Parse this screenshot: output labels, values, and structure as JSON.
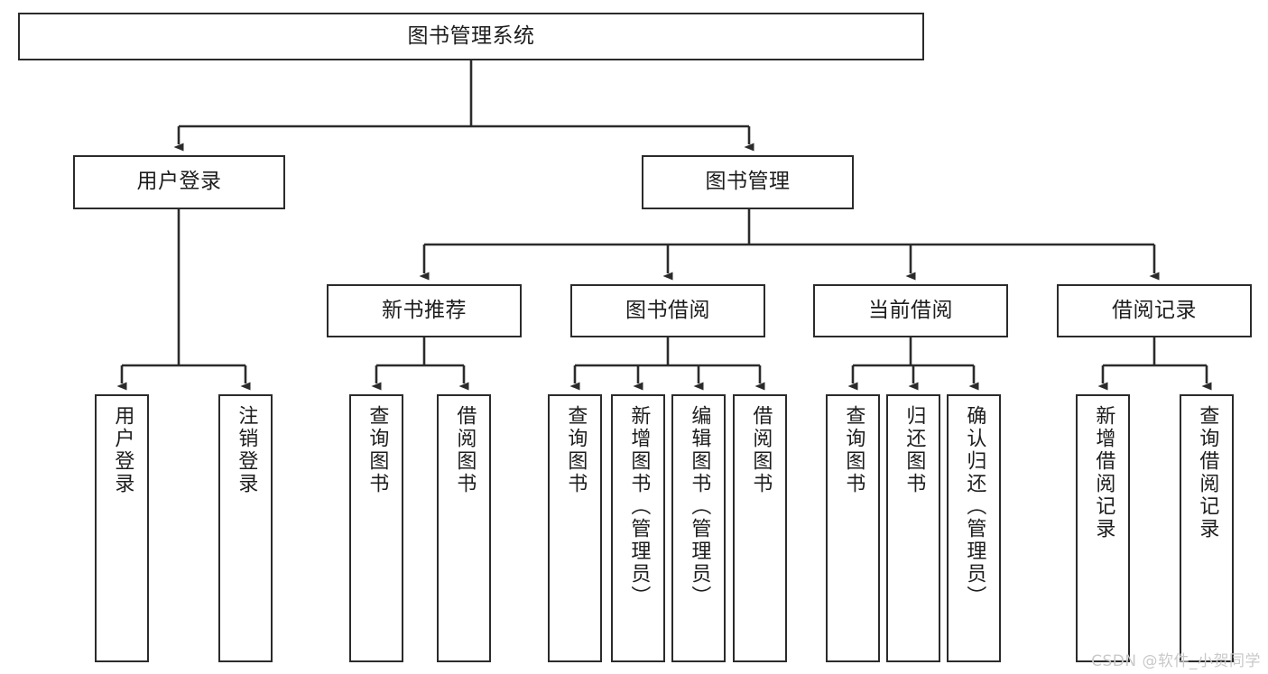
{
  "diagram": {
    "title": "图书管理系统",
    "type": "tree",
    "watermark": "CSDN @软件_小贺同学",
    "colors": {
      "node_border": "#2b2b2b",
      "node_fill": "#ffffff",
      "edge": "#2b2b2b",
      "text": "#1d1d1d",
      "watermark": "#c9c9c9",
      "background": "#ffffff"
    },
    "nodes": {
      "root": {
        "label": "图书管理系统"
      },
      "level2": [
        {
          "id": "user_login",
          "label": "用户登录"
        },
        {
          "id": "book_manage",
          "label": "图书管理"
        }
      ],
      "level3": [
        {
          "id": "new_book_rec",
          "label": "新书推荐"
        },
        {
          "id": "book_borrow",
          "label": "图书借阅"
        },
        {
          "id": "current_borrow",
          "label": "当前借阅"
        },
        {
          "id": "borrow_record",
          "label": "借阅记录"
        }
      ],
      "leaves": {
        "user_login": [
          {
            "id": "leaf_user_login",
            "label": "用户登录"
          },
          {
            "id": "leaf_user_logout",
            "label": "注销登录"
          }
        ],
        "new_book_rec": [
          {
            "id": "leaf_query_book_1",
            "label": "查询图书"
          },
          {
            "id": "leaf_borrow_book_1",
            "label": "借阅图书"
          }
        ],
        "book_borrow": [
          {
            "id": "leaf_query_book_2",
            "label": "查询图书"
          },
          {
            "id": "leaf_add_book",
            "label": "新增图书（管理员）"
          },
          {
            "id": "leaf_edit_book",
            "label": "编辑图书（管理员）"
          },
          {
            "id": "leaf_borrow_book_2",
            "label": "借阅图书"
          }
        ],
        "current_borrow": [
          {
            "id": "leaf_query_book_3",
            "label": "查询图书"
          },
          {
            "id": "leaf_return_book",
            "label": "归还图书"
          },
          {
            "id": "leaf_confirm_return",
            "label": "确认归还（管理员）"
          }
        ],
        "borrow_record": [
          {
            "id": "leaf_add_record",
            "label": "新增借阅记录"
          },
          {
            "id": "leaf_query_record",
            "label": "查询借阅记录"
          }
        ]
      }
    }
  }
}
